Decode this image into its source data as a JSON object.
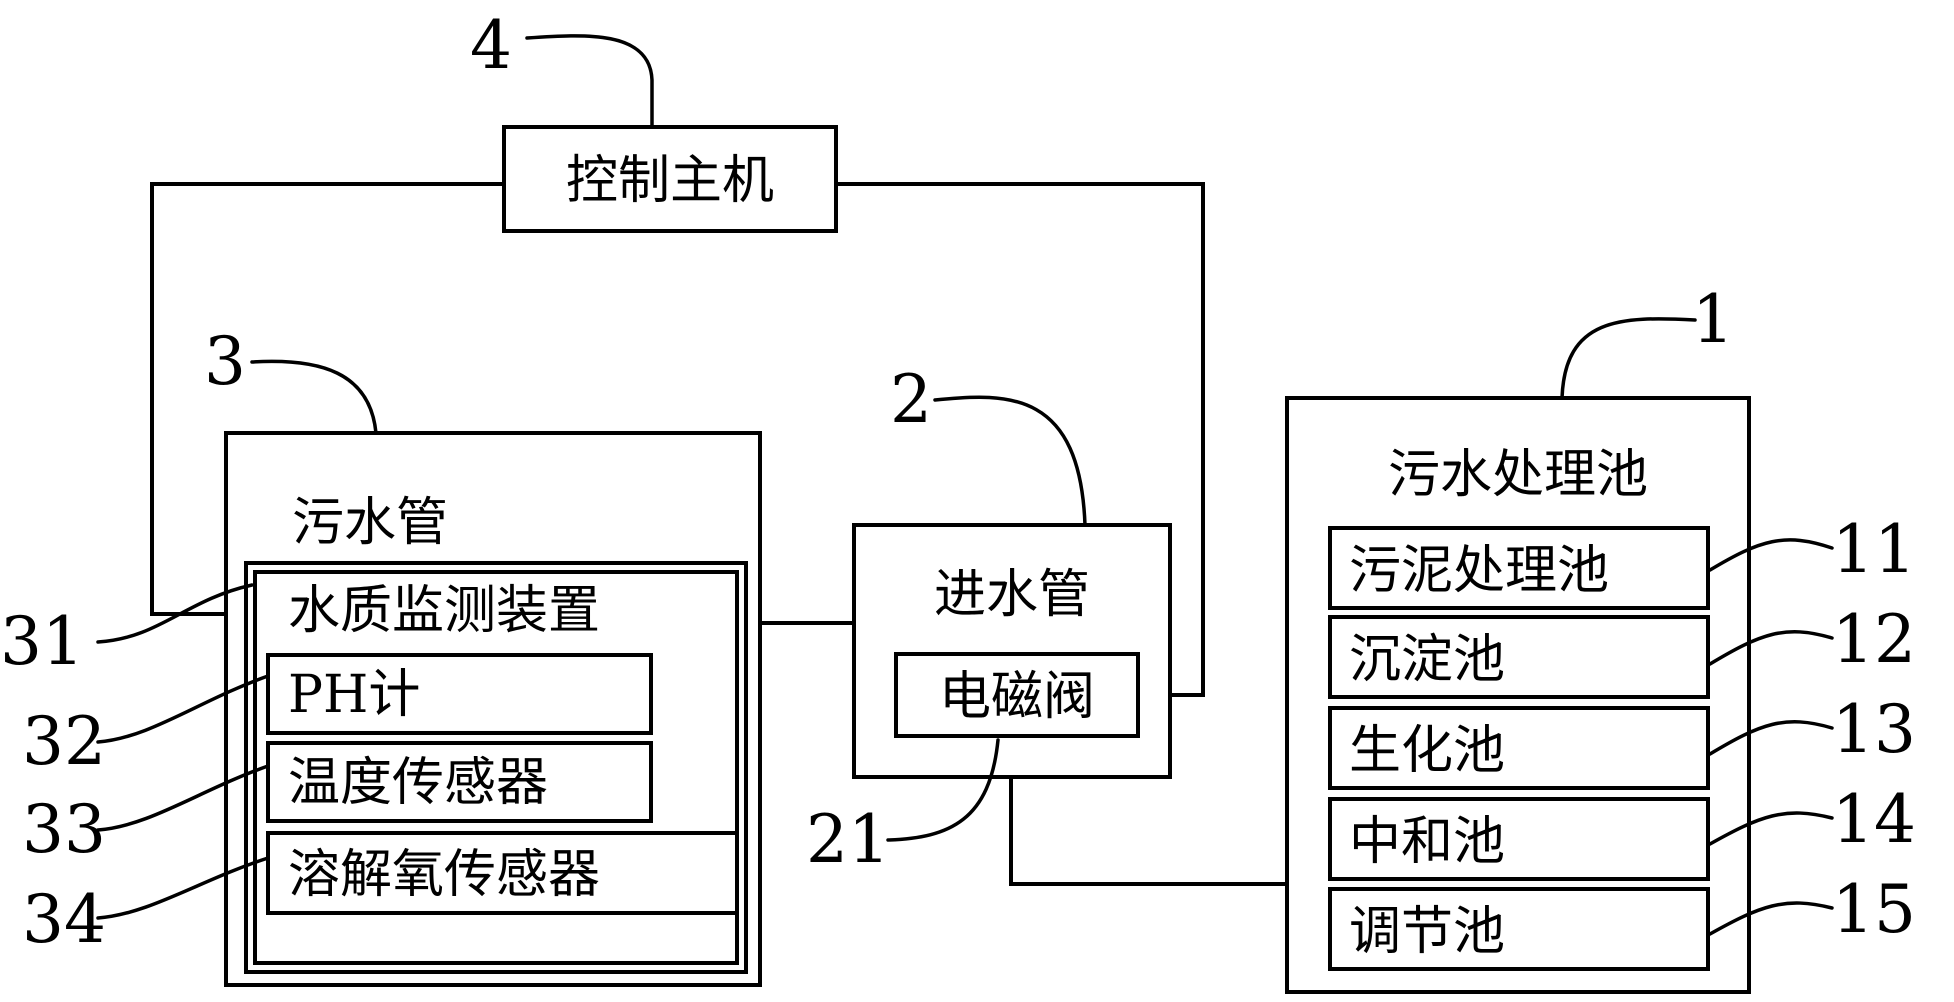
{
  "host": {
    "label": "控制主机",
    "ref": "4"
  },
  "pipe": {
    "label": "污水管",
    "ref": "3",
    "monitor": {
      "label": "水质监测装置",
      "ref": "31",
      "sensors": [
        {
          "label": "PH计",
          "ref": "32"
        },
        {
          "label": "温度传感器",
          "ref": "33"
        },
        {
          "label": "溶解氧传感器",
          "ref": "34"
        }
      ]
    }
  },
  "inlet": {
    "label": "进水管",
    "ref": "2",
    "valve": {
      "label": "电磁阀",
      "ref": "21"
    }
  },
  "treatment": {
    "label": "污水处理池",
    "ref": "1",
    "tanks": [
      {
        "label": "污泥处理池",
        "ref": "11"
      },
      {
        "label": "沉淀池",
        "ref": "12"
      },
      {
        "label": "生化池",
        "ref": "13"
      },
      {
        "label": "中和池",
        "ref": "14"
      },
      {
        "label": "调节池",
        "ref": "15"
      }
    ]
  }
}
